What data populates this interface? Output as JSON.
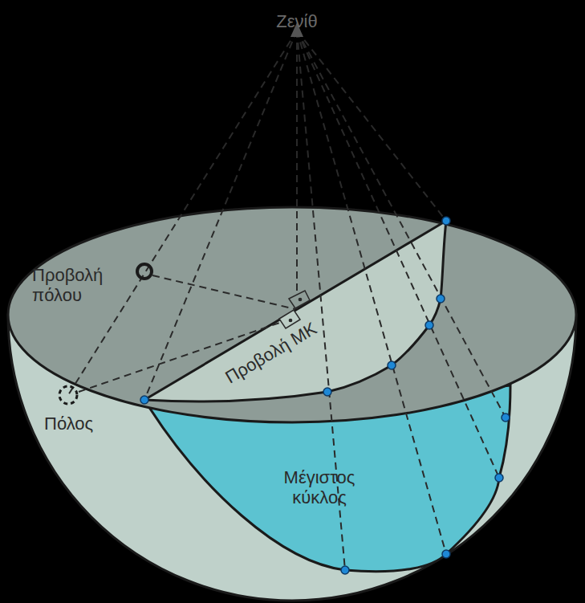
{
  "diagram": {
    "labels": [
      "Ζενίθ",
      "Προβολή πόλου",
      "Πόλος",
      "Προβολή ΜΚ",
      "Μέγιστος κύκλος"
    ]
  }
}
